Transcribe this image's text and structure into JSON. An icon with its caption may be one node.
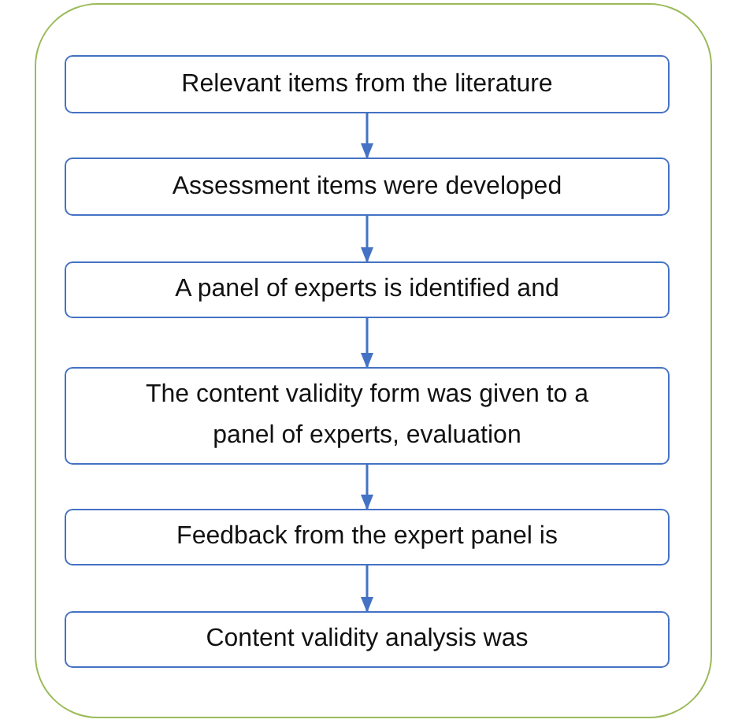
{
  "diagram": {
    "nodes": [
      {
        "text": [],
        "shape": "box"
      },
      {
        "text": [
          "Relevant items from the literature"
        ],
        "in": 0
      },
      {
        "text": [
          "Assessment items were developed"
        ],
        "in": 0
      },
      {
        "text": [
          "A panel of experts is identified and"
        ],
        "in": 0
      },
      {
        "text": [
          "The content validity form was given to a panel of experts, evaluation"
        ],
        "in": 0
      },
      {
        "text": [
          "Feedback from the expert panel is"
        ],
        "in": 0
      },
      {
        "text": [
          "Content validity analysis was"
        ],
        "in": 0
      }
    ],
    "edges": [
      {
        "from": 1,
        "to": 2,
        "arrow": "to"
      },
      {
        "from": 2,
        "to": 3,
        "arrow": "to"
      },
      {
        "from": 3,
        "to": 4,
        "arrow": "to"
      },
      {
        "from": 4,
        "to": 5,
        "arrow": "to"
      },
      {
        "from": 5,
        "to": 6,
        "arrow": "to"
      }
    ]
  }
}
